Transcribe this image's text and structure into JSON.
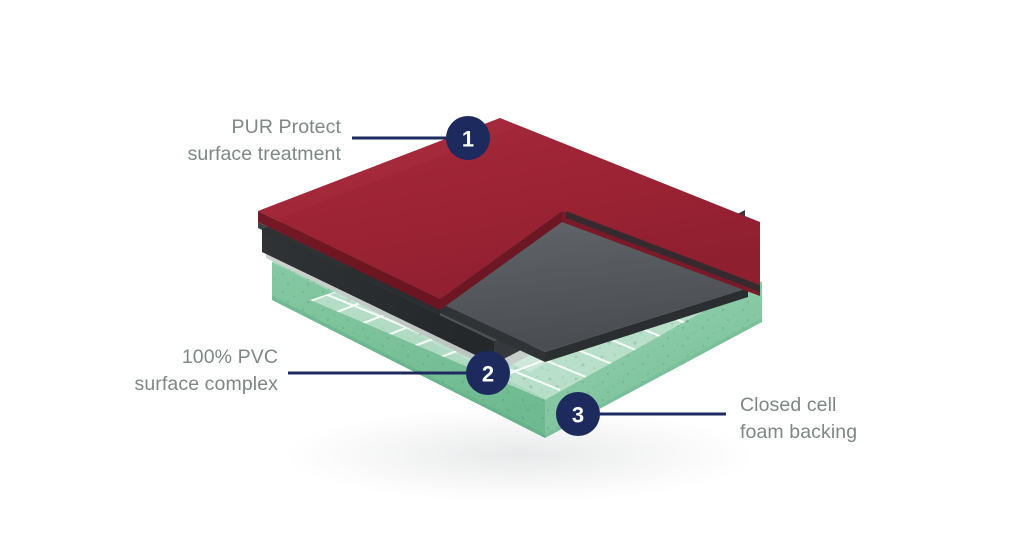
{
  "diagram": {
    "title": "Flooring construction layer diagram",
    "background_color": "#ffffff",
    "accent_color": "#1c2a5e",
    "label_text_color": "#7d8883",
    "callouts": [
      {
        "number": "1",
        "line1": "PUR Protect",
        "line2": "surface treatment",
        "side": "left",
        "badge_color": "#1c2a5e",
        "leader_color": "#1c2a5e"
      },
      {
        "number": "2",
        "line1": "100% PVC",
        "line2": "surface complex",
        "side": "left",
        "badge_color": "#1c2a5e",
        "leader_color": "#1c2a5e"
      },
      {
        "number": "3",
        "line1": "Closed cell",
        "line2": "foam backing",
        "side": "right",
        "badge_color": "#1c2a5e",
        "leader_color": "#1c2a5e"
      }
    ],
    "layers": [
      {
        "name": "pur-protect-layer",
        "label": "PUR Protect surface treatment",
        "top_color": "#9c2334",
        "edge_color": "#7d1b2a",
        "side_color": "#6e1724",
        "order": 1
      },
      {
        "name": "pvc-wear-layer",
        "label": "100% PVC surface complex",
        "top_color": "#4f5358",
        "edge_color": "#2e3134",
        "side_color": "#3a3d41",
        "order": 2
      },
      {
        "name": "reinforcement-mesh-layer",
        "label": "Glass fibre reinforcement",
        "top_color": "#e8ebe9",
        "edge_color": "#c9cfcc",
        "side_color": "#d6dbd8",
        "order": 3
      },
      {
        "name": "closed-cell-foam-layer",
        "label": "Closed cell foam backing",
        "top_color": "#8fd0ad",
        "edge_color": "#6bb98e",
        "side_color": "#7cc49e",
        "order": 4
      }
    ]
  }
}
